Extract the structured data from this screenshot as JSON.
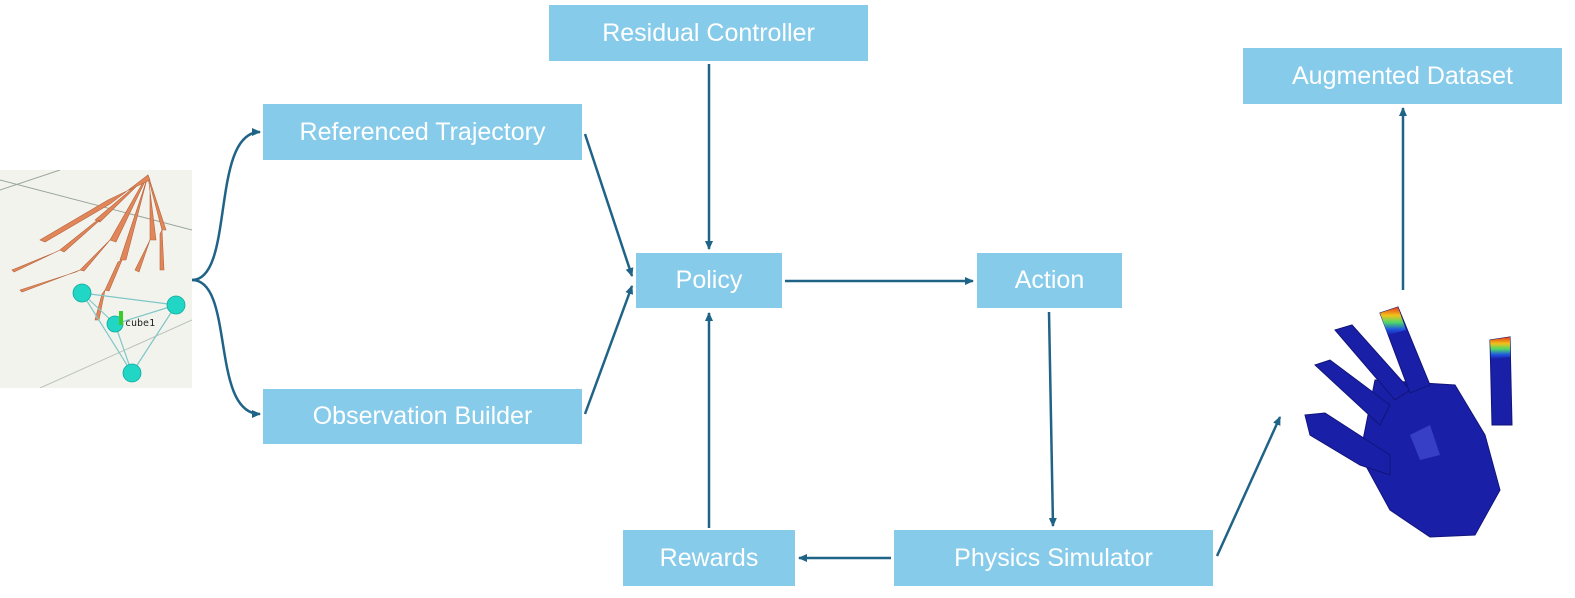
{
  "nodes": {
    "residual_controller": "Residual Controller",
    "referenced_trajectory": "Referenced Trajectory",
    "observation_builder": "Observation Builder",
    "policy": "Policy",
    "action": "Action",
    "rewards": "Rewards",
    "physics_simulator": "Physics Simulator",
    "augmented_dataset": "Augmented Dataset"
  },
  "images": {
    "left_render_label": "cube1"
  },
  "colors": {
    "box_fill": "#87cbea",
    "box_text": "#ffffff",
    "arrow": "#1f6387",
    "hand_blue": "#1a1fa8",
    "finger_orange": "#e0865a",
    "sphere_cyan": "#22d6c6"
  }
}
